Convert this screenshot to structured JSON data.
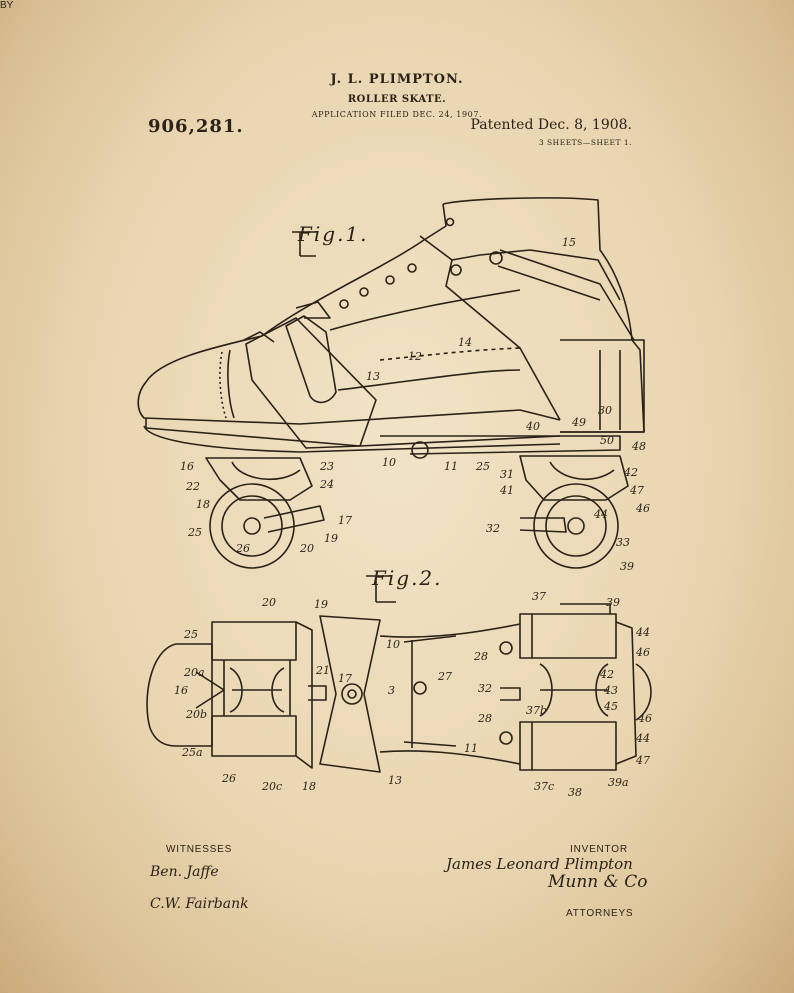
{
  "header": {
    "inventor_name": "J. L. PLIMPTON.",
    "title": "ROLLER SKATE.",
    "filed": "APPLICATION FILED DEC. 24, 1907.",
    "patent_number": "906,281.",
    "patent_date": "Patented Dec. 8, 1908.",
    "sheets": "3 SHEETS—SHEET 1."
  },
  "figures": {
    "fig1_label": "Fig.1.",
    "fig2_label": "Fig.2."
  },
  "fig1_refs": [
    "15",
    "14",
    "12",
    "13",
    "10",
    "11",
    "25",
    "26",
    "49",
    "40",
    "50",
    "30",
    "48",
    "16",
    "22",
    "18",
    "23",
    "24",
    "17",
    "19",
    "20",
    "25",
    "26",
    "31",
    "41",
    "32",
    "42",
    "47",
    "46",
    "44",
    "33",
    "39"
  ],
  "fig2_refs": [
    "20",
    "19",
    "10",
    "37",
    "39",
    "25",
    "20a",
    "16",
    "20b",
    "25a",
    "26",
    "20c",
    "18",
    "13",
    "21",
    "17",
    "3",
    "27",
    "28",
    "32",
    "28",
    "37b",
    "43",
    "45",
    "11",
    "37c",
    "38",
    "39a",
    "44",
    "46",
    "46",
    "44",
    "47",
    "42"
  ],
  "signatures": {
    "witnesses_label": "WITNESSES",
    "witness_1": "Ben. Jaffe",
    "witness_2": "C.W. Fairbank",
    "inventor_label": "INVENTOR",
    "inventor_signature": "James Leonard Plimpton",
    "by_label": "BY",
    "attorney_signature": "Munn & Co",
    "attorneys_label": "ATTORNEYS"
  }
}
